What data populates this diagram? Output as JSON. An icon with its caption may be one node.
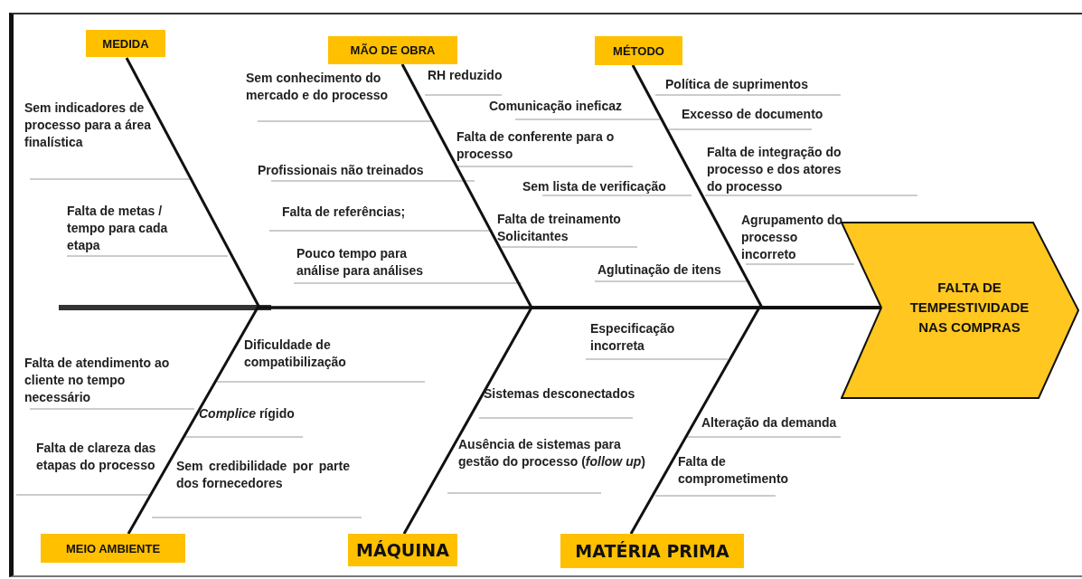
{
  "diagram": {
    "nodes": [
      {
        "text": [
          "MEDIDA"
        ]
      },
      {
        "text": [
          "MÃO DE OBRA"
        ]
      },
      {
        "text": [
          "MÉTODO"
        ]
      },
      {
        "text": [
          "MEIO AMBIENTE"
        ]
      },
      {
        "text": [
          "MÁQUINA"
        ]
      },
      {
        "text": [
          "MATÉRIA PRIMA"
        ]
      },
      {
        "text": [
          "FALTA DE TEMPESTIVIDADE NAS COMPRAS"
        ]
      }
    ],
    "edges": [
      {
        "from": 0,
        "to": 6,
        "arrow": "none"
      },
      {
        "from": 1,
        "to": 6,
        "arrow": "none"
      },
      {
        "from": 2,
        "to": 6,
        "arrow": "none"
      },
      {
        "from": 3,
        "to": 6,
        "arrow": "none"
      },
      {
        "from": 4,
        "to": 6,
        "arrow": "none"
      },
      {
        "from": 5,
        "to": 6,
        "arrow": "none"
      }
    ],
    "labels": [
      "Sem indicadores de processo para a área finalística",
      "Falta de metas / tempo para cada etapa",
      "Sem conhecimento do mercado e do processo",
      "RH reduzido",
      "Profissionais não treinados",
      "Falta de referências;",
      "Pouco tempo para análise para análises",
      "Comunicação ineficaz",
      "Falta de conferente para o processo",
      "Sem lista de verificação",
      "Falta de treinamento Solicitantes",
      "Aglutinação de itens",
      "Política de suprimentos",
      "Excesso de documento",
      "Falta de integração do processo e dos atores do processo",
      "Agrupamento do processo incorreto",
      "Falta de atendimento ao cliente no tempo necessário",
      "Falta de clareza das etapas do processo",
      "Dificuldade de compatibilização",
      "*Complice* rígido",
      "Sem credibilidade por parte dos fornecedores",
      "Sistemas desconectados",
      "Ausência de sistemas para gestão do processo (*follow up*)",
      "Especificação incorreta",
      "Alteração da demanda",
      "Falta de comprometimento"
    ]
  }
}
